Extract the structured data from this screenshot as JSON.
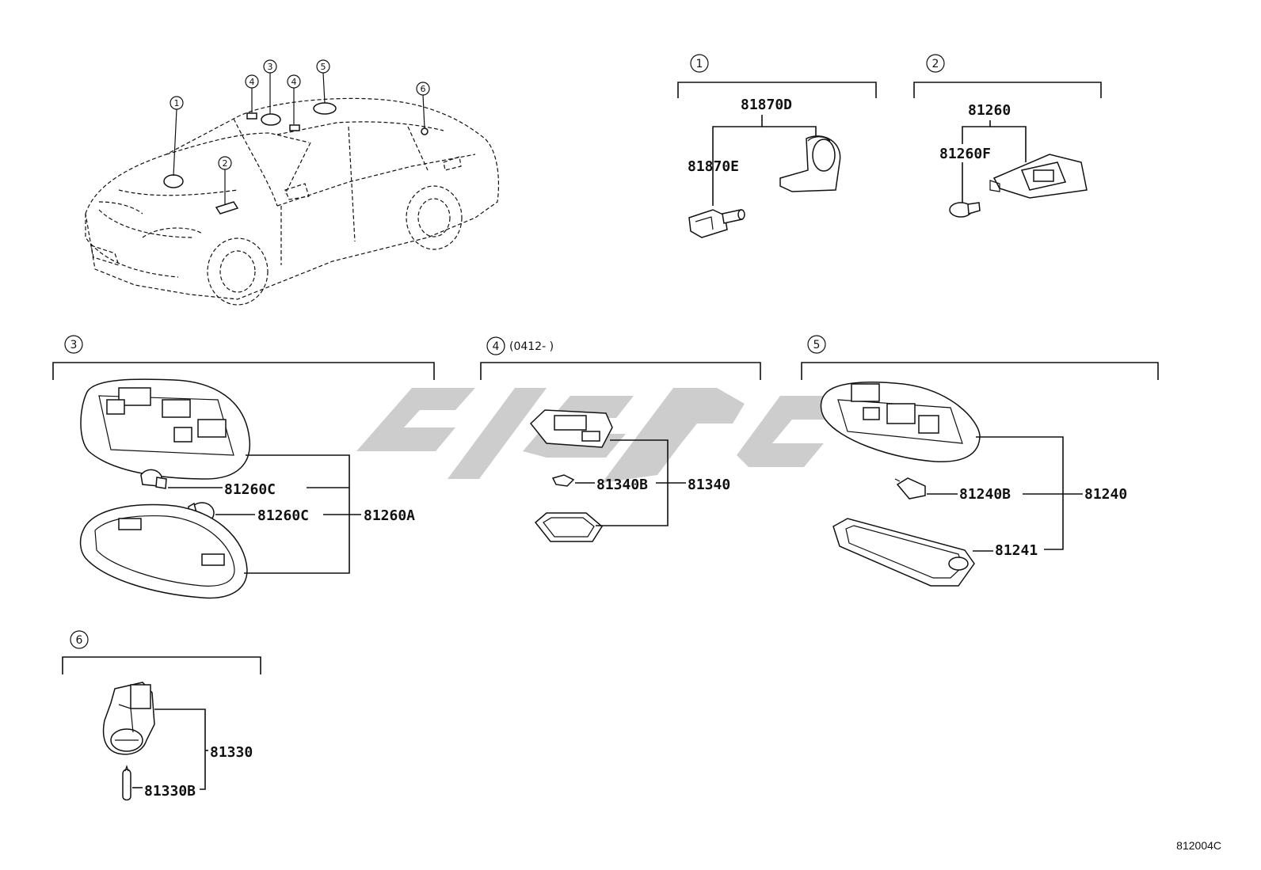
{
  "callouts": [
    "1",
    "2",
    "3",
    "4",
    "5",
    "6"
  ],
  "car_callouts": [
    "1",
    "2",
    "3",
    "4",
    "4",
    "5",
    "6"
  ],
  "groups": {
    "g1": {
      "callout": "1",
      "parts": {
        "assembly": "81870D",
        "bulb": "81870E"
      }
    },
    "g2": {
      "callout": "2",
      "parts": {
        "assembly": "81260",
        "bulb": "81260F"
      }
    },
    "g3": {
      "callout": "3",
      "parts": {
        "bulb_a": "81260C",
        "bulb_b": "81260C",
        "assembly": "81260A"
      }
    },
    "g4": {
      "callout": "4",
      "note": "(0412-      )",
      "parts": {
        "bulb": "81340B",
        "assembly": "81340"
      }
    },
    "g5": {
      "callout": "5",
      "parts": {
        "bulb": "81240B",
        "assembly": "81240",
        "lens": "81241"
      }
    },
    "g6": {
      "callout": "6",
      "parts": {
        "assembly": "81330",
        "bulb": "81330B"
      }
    }
  },
  "figure_code": "812004C"
}
